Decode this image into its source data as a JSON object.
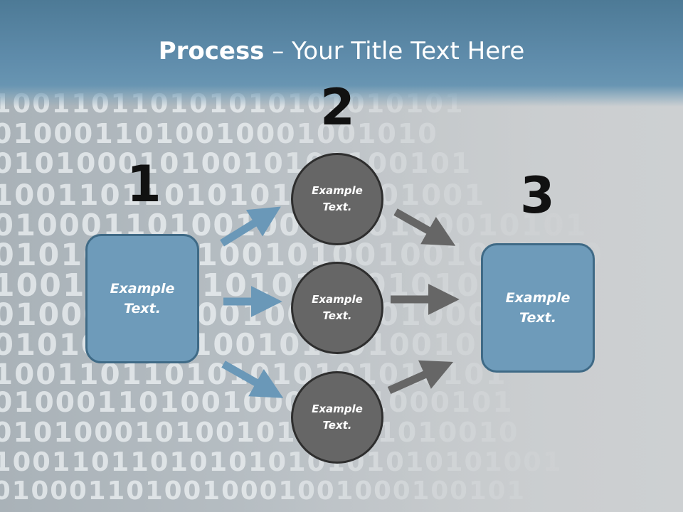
{
  "title": {
    "bold": "Process",
    "rest": " – Your Title Text Here"
  },
  "steps": [
    {
      "number": "1",
      "text": "Example\nText."
    },
    {
      "number": "2",
      "items": [
        "Example\nText.",
        "Example\nText.",
        "Example\nText."
      ]
    },
    {
      "number": "3",
      "text": "Example\nText."
    }
  ],
  "colors": {
    "header": "#5f8cab",
    "box_fill": "#6e9bba",
    "circle_fill": "#666666",
    "blue_arrow": "#6a98b8",
    "gray_arrow": "#666666"
  },
  "background_digits": [
    "100110110101010101010101",
    "0100011010010001001010",
    "01010001010010100100101",
    "10011011010101010101001",
    "010001101001000100100010101",
    "010100010100101001001010100",
    "1001101101010101010101010",
    "0100011010010001001000101",
    "0101000101001010010010",
    "100110110101010101010101",
    "0100011010010001001000101",
    "01010001010010100101010010",
    "10011011010101010101010101001",
    "0100011010010001001000100101"
  ]
}
